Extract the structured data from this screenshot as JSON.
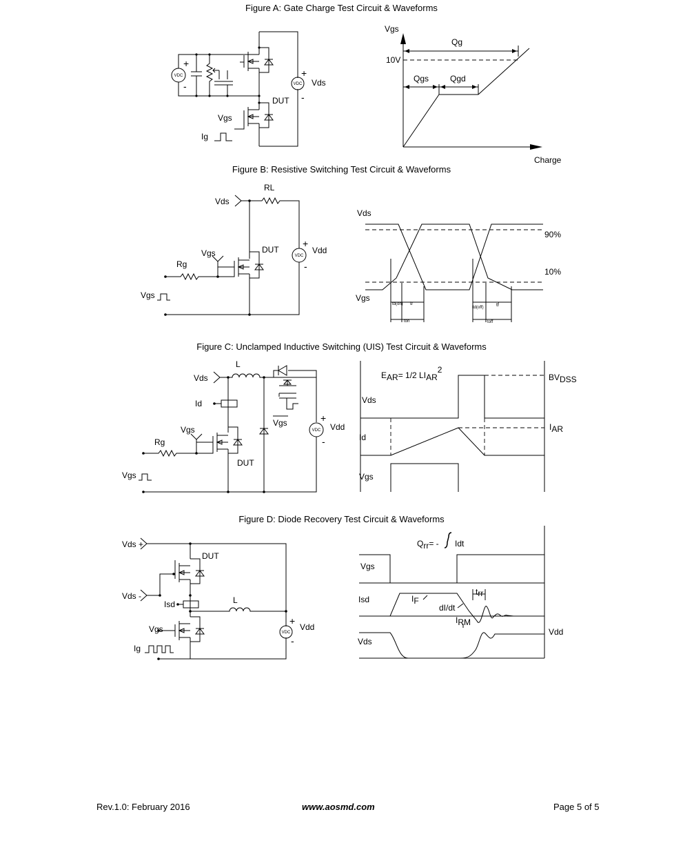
{
  "figures": {
    "a": {
      "title": "Figure A: Gate Charge Test Circuit & Waveforms",
      "circuit": {
        "vdc_left": "VDC",
        "vdc_right": "VDC",
        "plus": "+",
        "minus": "-",
        "vds": "Vds",
        "dut": "DUT",
        "vgs": "Vgs",
        "ig": "Ig"
      },
      "wave": {
        "y_axis": "Vgs",
        "x_axis": "Charge",
        "qg": "Qg",
        "level": "10V",
        "qgs": "Qgs",
        "qgd": "Qgd"
      }
    },
    "b": {
      "title": "Figure B: Resistive Switching Test Circuit & Waveforms",
      "circuit": {
        "vds": "Vds",
        "rl": "RL",
        "vgs": "Vgs",
        "dut": "DUT",
        "rg": "Rg",
        "vdd": "Vdd",
        "vdc": "VDC",
        "vgs_in": "Vgs"
      },
      "wave": {
        "vds": "Vds",
        "vgs": "Vgs",
        "p90": "90%",
        "p10": "10%",
        "td_on": "td(on)",
        "tr": "tr",
        "ton": "ton",
        "td_off": "td(off)",
        "tf": "tf",
        "toff": "toff"
      }
    },
    "c": {
      "title": "Figure C: Unclamped Inductive Switching (UIS) Test Circuit & Waveforms",
      "circuit": {
        "vds": "Vds",
        "l": "L",
        "id": "Id",
        "vgs_bar": "Vgs",
        "vgs": "Vgs",
        "rg": "Rg",
        "dut": "DUT",
        "vdd": "Vdd",
        "vdc": "VDC",
        "vgs_in": "Vgs"
      },
      "wave": {
        "e_ar": "EAR= 1/2 LIAR2",
        "e_ar_main": "E",
        "e_ar_sub": "AR",
        "e_ar_mid": "= 1/2 LI",
        "e_ar_sub2": "AR",
        "e_ar_sup": "2",
        "bvdss": "BV",
        "bvdss_sub": "DSS",
        "vds": "Vds",
        "id": "Id",
        "iar": "I",
        "iar_sub": "AR",
        "vgs": "Vgs"
      }
    },
    "d": {
      "title": "Figure D: Diode Recovery Test Circuit & Waveforms",
      "circuit": {
        "vds_plus": "Vds +",
        "dut": "DUT",
        "vds_minus": "Vds -",
        "isd": "Isd",
        "l": "L",
        "vgs": "Vgs",
        "ig": "Ig",
        "vdd": "Vdd",
        "vdc": "VDC"
      },
      "wave": {
        "qrr": "Q",
        "qrr_sub": "rr",
        "qrr_eq": "= -",
        "qrr_dt": "Idt",
        "vgs": "Vgs",
        "isd": "Isd",
        "if_main": "I",
        "if_sub": "F",
        "didt": "dI/dt",
        "trr": "t",
        "trr_sub": "rr",
        "irm": "I",
        "irm_sub": "RM",
        "vdd": "Vdd",
        "vds": "Vds"
      }
    }
  },
  "footer": {
    "revision": "Rev.1.0: February 2016",
    "website": "www.aosmd.com",
    "page": "Page 5 of 5"
  }
}
